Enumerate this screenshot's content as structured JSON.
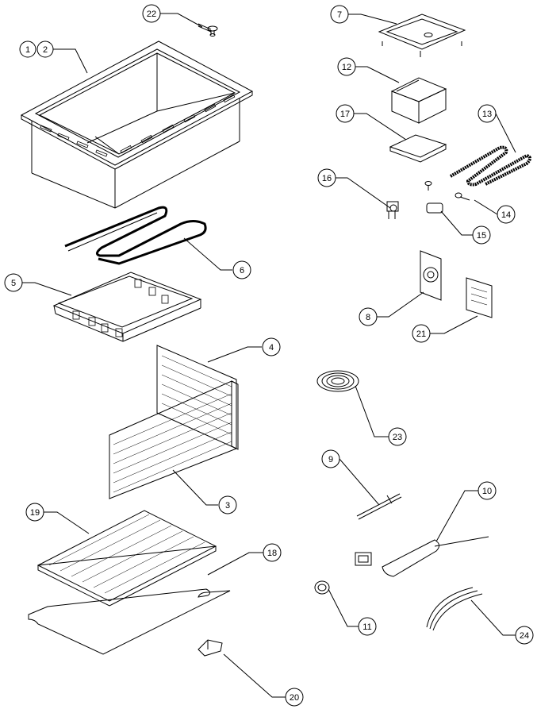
{
  "diagram": {
    "type": "exploded-parts-view",
    "callouts": [
      {
        "id": "c1",
        "label": "1"
      },
      {
        "id": "c2",
        "label": "2"
      },
      {
        "id": "c3",
        "label": "3"
      },
      {
        "id": "c4",
        "label": "4"
      },
      {
        "id": "c5",
        "label": "5"
      },
      {
        "id": "c6",
        "label": "6"
      },
      {
        "id": "c7",
        "label": "7"
      },
      {
        "id": "c8",
        "label": "8"
      },
      {
        "id": "c9",
        "label": "9"
      },
      {
        "id": "c10",
        "label": "10"
      },
      {
        "id": "c11",
        "label": "11"
      },
      {
        "id": "c12",
        "label": "12"
      },
      {
        "id": "c13",
        "label": "13"
      },
      {
        "id": "c14",
        "label": "14"
      },
      {
        "id": "c15",
        "label": "15"
      },
      {
        "id": "c16",
        "label": "16"
      },
      {
        "id": "c17",
        "label": "17"
      },
      {
        "id": "c18",
        "label": "18"
      },
      {
        "id": "c19",
        "label": "19"
      },
      {
        "id": "c20",
        "label": "20"
      },
      {
        "id": "c21",
        "label": "21"
      },
      {
        "id": "c22",
        "label": "22"
      },
      {
        "id": "c23",
        "label": "23"
      },
      {
        "id": "c24",
        "label": "24"
      }
    ],
    "colors": {
      "line": "#000000",
      "background": "#ffffff"
    }
  }
}
